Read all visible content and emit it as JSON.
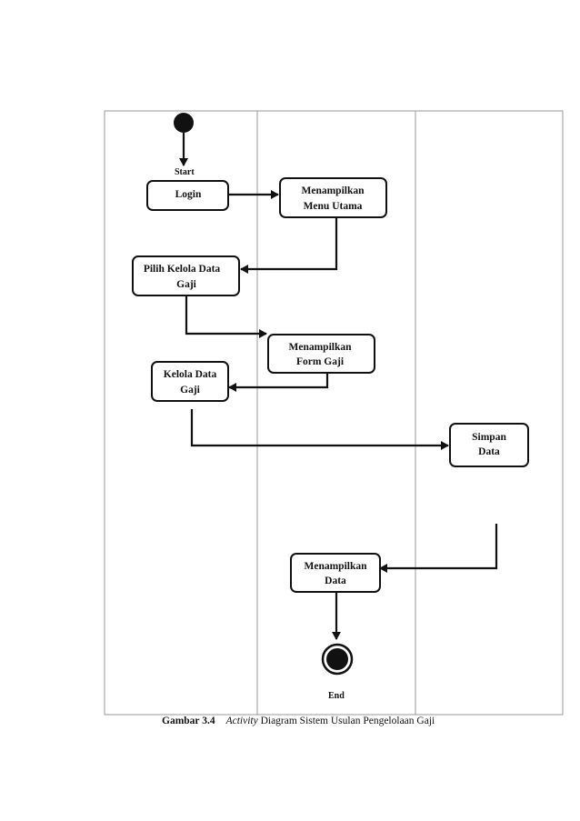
{
  "diagram": {
    "start_label": "Start",
    "end_label": "End",
    "nodes": {
      "login": [
        "Login"
      ],
      "menu_utama": [
        "Menampilkan",
        "Menu Utama"
      ],
      "pilih_kelola": [
        "Pilih Kelola Data",
        "Gaji"
      ],
      "form_gaji": [
        "Menampilkan",
        "Form Gaji"
      ],
      "kelola_data": [
        "Kelola Data",
        "Gaji"
      ],
      "simpan": [
        "Simpan",
        "Data"
      ],
      "tampil_data": [
        "Menampilkan",
        "Data"
      ]
    }
  },
  "caption": {
    "number": "Gambar 3.4",
    "italic": "Activity",
    "text": " Diagram Sistem Usulan Pengelolaan Gaji"
  }
}
